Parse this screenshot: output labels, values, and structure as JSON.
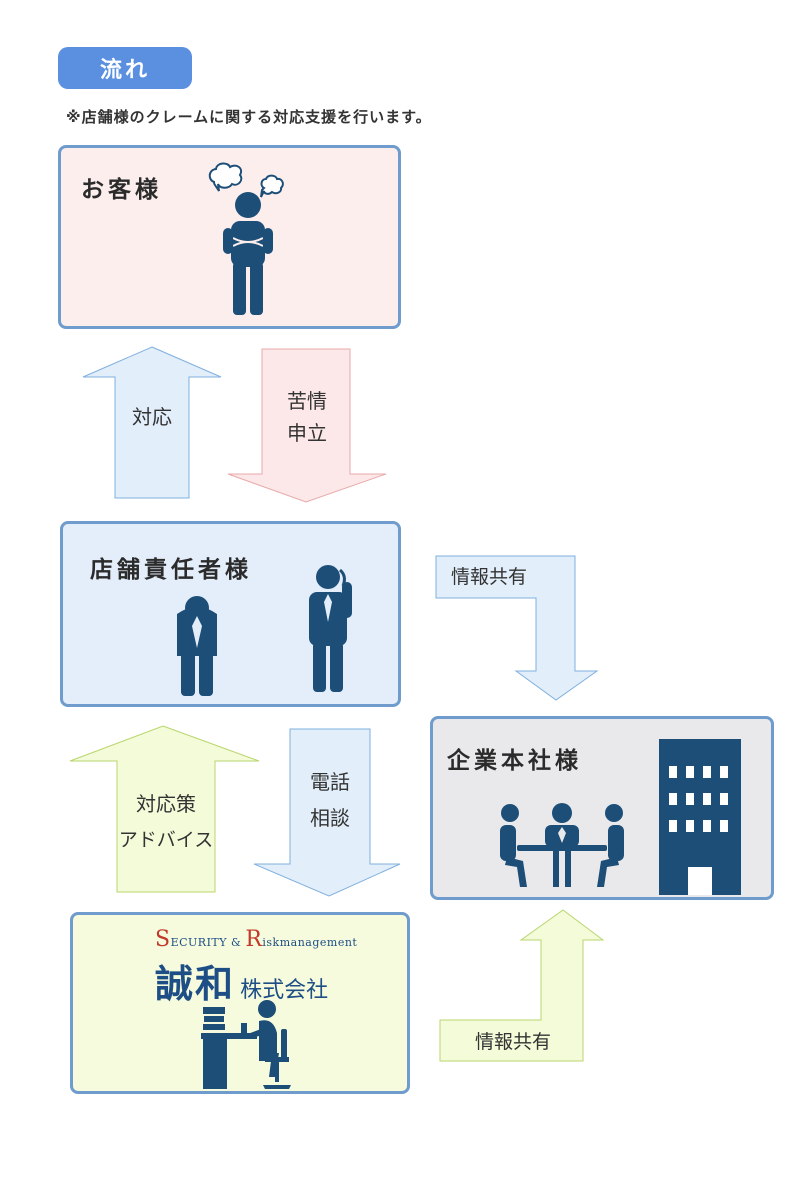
{
  "header": {
    "badge_label": "流れ",
    "note": "※店舗様のクレームに関する対応支援を行います。"
  },
  "boxes": {
    "customer": {
      "title": "お客様"
    },
    "manager": {
      "title": "店舗責任者様"
    },
    "hq": {
      "title": "企業本社様"
    },
    "seiwa": {
      "tagline_s": "S",
      "tagline_mid": "ECURITY & ",
      "tagline_r": "R",
      "tagline_end": "iskmanagement",
      "name": "誠和",
      "suffix": "株式会社"
    }
  },
  "arrows": {
    "response": {
      "label": "対応"
    },
    "complaint": {
      "line1": "苦情",
      "line2": "申立"
    },
    "share_top": {
      "label": "情報共有"
    },
    "advice": {
      "line1": "対応策",
      "line2": "アドバイス"
    },
    "phone": {
      "line1": "電話",
      "line2": "相談"
    },
    "share_bottom": {
      "label": "情報共有"
    }
  },
  "colors": {
    "badge_bg": "#5b8fe0",
    "customer_bg": "#fdeeee",
    "manager_bg": "#e3eefa",
    "hq_bg": "#e9e9eb",
    "seiwa_bg": "#f6fbdd",
    "box_border": "#6f9ccc",
    "arrow_blue": "#e2eefa",
    "arrow_pink": "#fce8e8",
    "arrow_green": "#f3fbd9",
    "icon_navy": "#1d4e77",
    "accent_red": "#c0392b"
  },
  "icons": {
    "customer": [
      "person-arms-crossed-icon",
      "speech-bubble-icon"
    ],
    "manager": [
      "person-bowing-icon",
      "person-on-phone-icon"
    ],
    "hq": [
      "meeting-table-icon",
      "office-building-icon"
    ],
    "seiwa": [
      "person-at-desk-icon"
    ]
  }
}
